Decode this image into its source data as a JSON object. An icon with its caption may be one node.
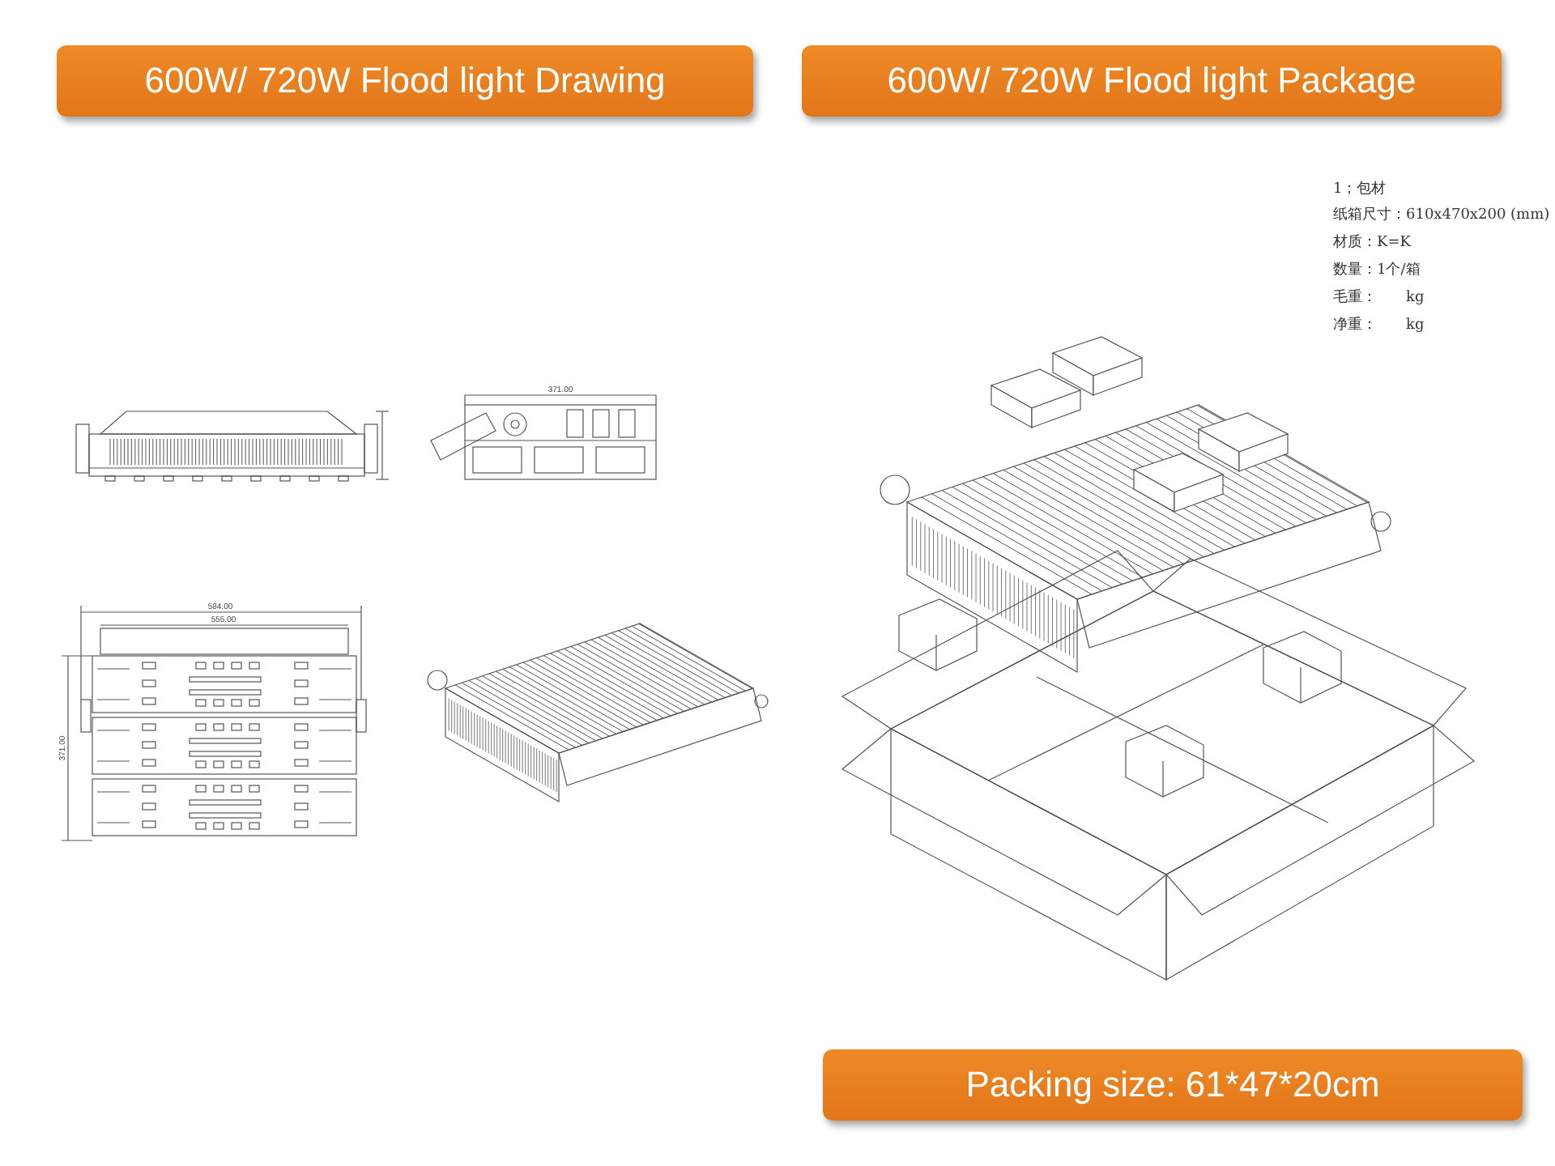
{
  "diagram": {
    "nodes": [
      {
        "text": [
          "600W/ 720W Flood light Drawing"
        ]
      },
      {
        "text": [
          "600W/ 720W Flood light Package"
        ]
      },
      {
        "text": [
          "Packing size:  61*47*20cm"
        ]
      }
    ],
    "labels": [
      "1；包材",
      "纸箱尺寸：610x470x200 (mm)",
      "材质：K=K",
      "数量：1个/箱",
      "毛重：　　kg",
      "净重：　　kg",
      "371.00",
      "584.00",
      "555.00",
      "371.00"
    ]
  }
}
